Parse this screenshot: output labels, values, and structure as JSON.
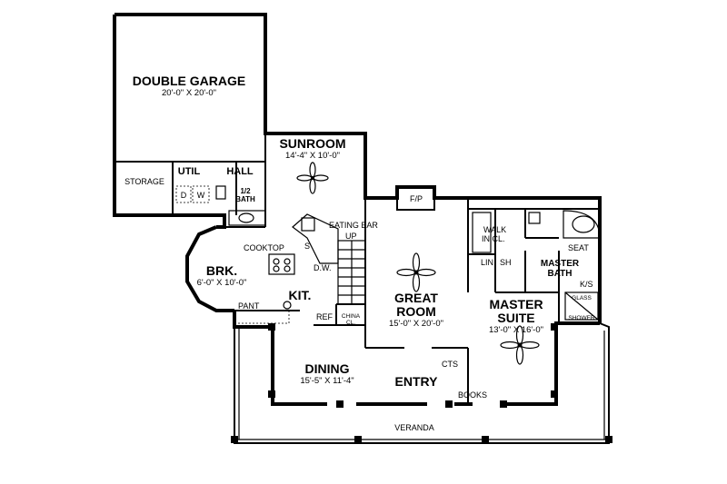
{
  "rooms": {
    "garage": {
      "name": "DOUBLE GARAGE",
      "dims": "20'-0\" X 20'-0\""
    },
    "sunroom": {
      "name": "SUNROOM",
      "dims": "14'-4\" X 10'-0\""
    },
    "util": "UTIL",
    "hall": "HALL",
    "storage": "STORAGE",
    "half_bath_1": "1/2",
    "half_bath_2": "BATH",
    "washer": "W",
    "dryer": "D",
    "breakfast": {
      "name": "BRK.",
      "dims": "6'-0\" X 10'-0\""
    },
    "kitchen": "KIT.",
    "cooktop": "COOKTOP",
    "eating_bar": "EATING BAR",
    "up": "UP",
    "sink": "S",
    "dishwasher": "D.W.",
    "ref": "REF",
    "china_1": "CHINA",
    "china_2": "CL.",
    "pantry": "PANT",
    "fireplace": "F/P",
    "great_room": {
      "name_1": "GREAT",
      "name_2": "ROOM",
      "dims": "15'-0\" X 20'-0\""
    },
    "walk_in": {
      "line1": "WALK",
      "line2": "IN CL."
    },
    "lin": "LIN",
    "sh": "SH",
    "seat": "SEAT",
    "master_bath": {
      "line1": "MASTER",
      "line2": "BATH"
    },
    "ks": "K/S",
    "glass_shower": {
      "line1": "GLASS",
      "line2": "SHOWER"
    },
    "master_suite": {
      "name_1": "MASTER",
      "name_2": "SUITE",
      "dims": "13'-0\" X 16'-0\""
    },
    "dining": {
      "name": "DINING",
      "dims": "15'-5\" X 11'-4\""
    },
    "entry": "ENTRY",
    "cts": "CTS",
    "books": "BOOKS",
    "veranda": "VERANDA"
  },
  "colors": {
    "ink": "#000000",
    "paper": "#ffffff"
  }
}
